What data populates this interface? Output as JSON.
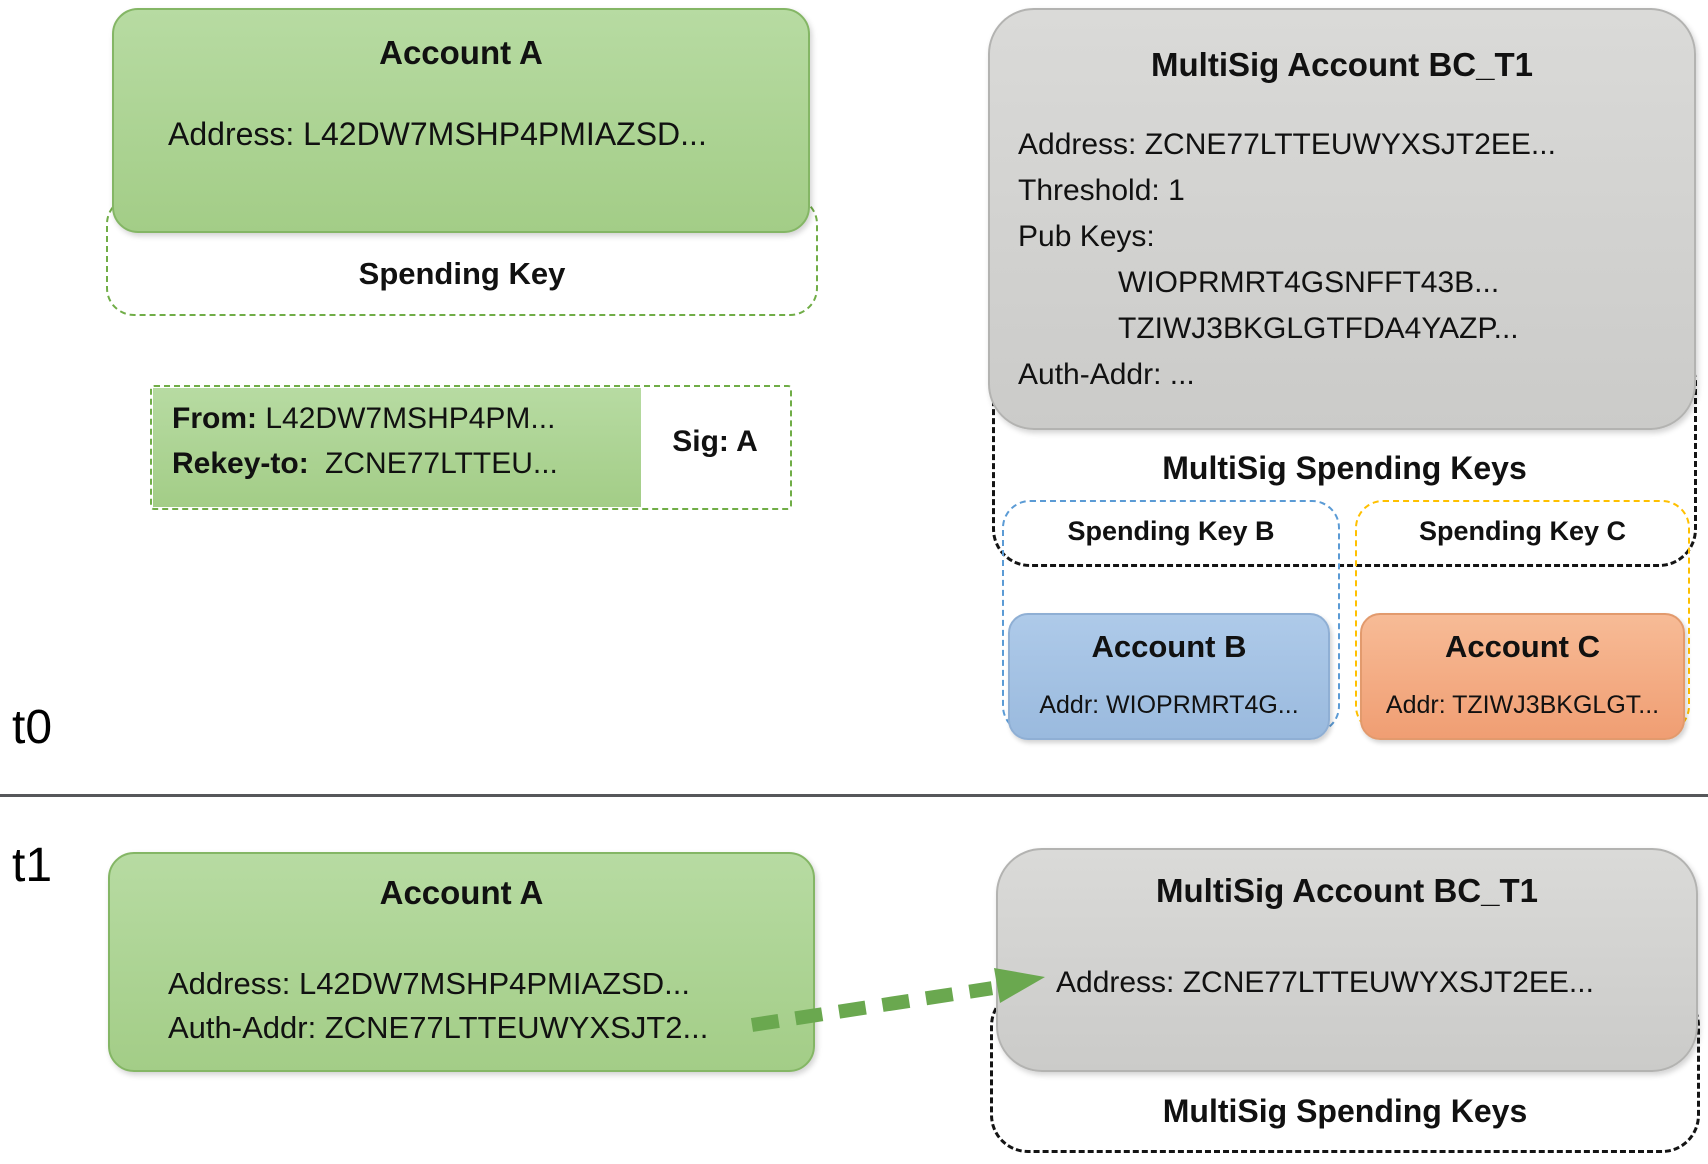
{
  "timeline": {
    "t0_label": "t0",
    "t1_label": "t1"
  },
  "t0": {
    "account_a": {
      "title": "Account A",
      "address": "Address: L42DW7MSHP4PMIAZSD..."
    },
    "spending_key": {
      "label": "Spending Key"
    },
    "rekey_txn": {
      "from_label": "From:",
      "from_value": "L42DW7MSHP4PM...",
      "rekey_label": "Rekey-to:",
      "rekey_value": "ZCNE77LTTEU...",
      "sig": "Sig: A"
    },
    "multisig_account": {
      "title": "MultiSig Account BC_T1",
      "address": "Address: ZCNE77LTTEUWYXSJT2EE...",
      "threshold": "Threshold: 1",
      "pub_keys_label": "Pub Keys:",
      "pub_key_1": "WIOPRMRT4GSNFFT43B...",
      "pub_key_2": "TZIWJ3BKGLGTFDA4YAZP...",
      "auth_addr": "Auth-Addr: ..."
    },
    "multisig_spending_keys": {
      "label": "MultiSig Spending Keys"
    },
    "spending_key_b": {
      "label": "Spending Key B"
    },
    "spending_key_c": {
      "label": "Spending Key C"
    },
    "account_b": {
      "title": "Account B",
      "addr": "Addr: WIOPRMRT4G..."
    },
    "account_c": {
      "title": "Account C",
      "addr": "Addr: TZIWJ3BKGLGT..."
    }
  },
  "t1": {
    "account_a": {
      "title": "Account A",
      "address": "Address: L42DW7MSHP4PMIAZSD...",
      "auth_addr": "Auth-Addr: ZCNE77LTTEUWYXSJT2..."
    },
    "multisig_account": {
      "title": "MultiSig Account BC_T1",
      "address": "Address: ZCNE77LTTEUWYXSJT2EE..."
    },
    "multisig_spending_keys": {
      "label": "MultiSig Spending Keys"
    }
  },
  "colors": {
    "account_green": "#a9d18e",
    "green_dash": "#70ad47",
    "multisig_gray": "#d2d2d0",
    "account_blue": "#a4c2e4",
    "blue_dash": "#5b9bd5",
    "account_orange": "#f4ab84",
    "yellow_dash": "#ffc000",
    "black_dash": "#141414",
    "arrow_green": "#6aa84f"
  }
}
